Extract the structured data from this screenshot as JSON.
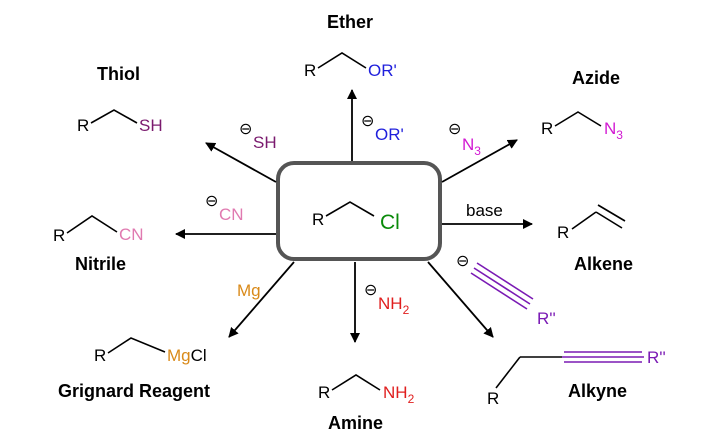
{
  "colors": {
    "ether": "#1f1fdc",
    "thiol": "#7a1a6e",
    "azide": "#d21ad2",
    "nitrile": "#e07ab0",
    "chloride": "#0a8a0a",
    "grignard": "#d98a1a",
    "amine": "#e01e1e",
    "alkyne": "#7a1ab4",
    "bond": "#000000",
    "box": "#555555"
  },
  "center": {
    "r": "R",
    "cl": "Cl"
  },
  "reactions": {
    "ether": {
      "name": "Ether",
      "r": "R",
      "group": "OR'",
      "reagent_charge": "⊖",
      "reagent": "OR'"
    },
    "thiol": {
      "name": "Thiol",
      "r": "R",
      "group": "SH",
      "reagent_charge": "⊖",
      "reagent": "SH"
    },
    "azide": {
      "name": "Azide",
      "r": "R",
      "group": "N",
      "group_sub": "3",
      "reagent_charge": "⊖",
      "reagent": "N",
      "reagent_sub": "3"
    },
    "nitrile": {
      "name": "Nitrile",
      "r": "R",
      "group": "CN",
      "reagent_charge": "⊖",
      "reagent": "CN"
    },
    "alkene": {
      "name": "Alkene",
      "r": "R",
      "reagent": "base"
    },
    "grignard": {
      "name": "Grignard Reagent",
      "r": "R",
      "group_mg": "Mg",
      "group_cl": "Cl",
      "reagent": "Mg"
    },
    "amine": {
      "name": "Amine",
      "r": "R",
      "group": "NH",
      "group_sub": "2",
      "reagent_charge": "⊖",
      "reagent": "NH",
      "reagent_sub": "2"
    },
    "alkyne": {
      "name": "Alkyne",
      "r": "R",
      "group": "R''",
      "reagent_charge": "⊖",
      "reagent": "R''"
    }
  }
}
